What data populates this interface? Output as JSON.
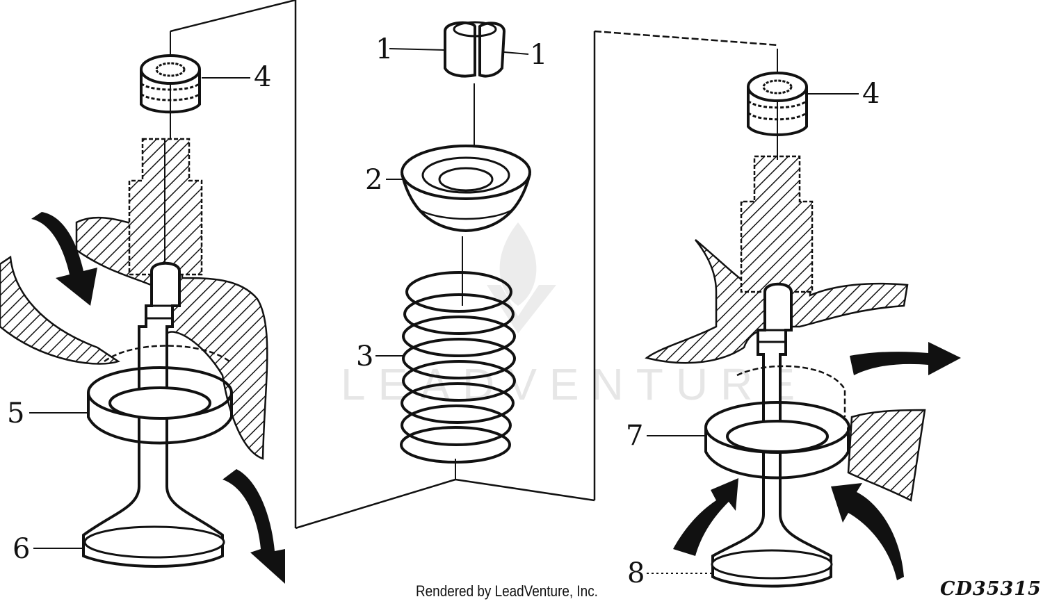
{
  "callouts": {
    "c1_left": "1",
    "c1_right": "1",
    "c2": "2",
    "c3": "3",
    "c4_left": "4",
    "c4_right": "4",
    "c5": "5",
    "c6": "6",
    "c7": "7",
    "c8": "8"
  },
  "watermark": "LEADVENTURE",
  "footer": "Rendered by LeadVenture, Inc.",
  "drawing_code": "CD35315"
}
